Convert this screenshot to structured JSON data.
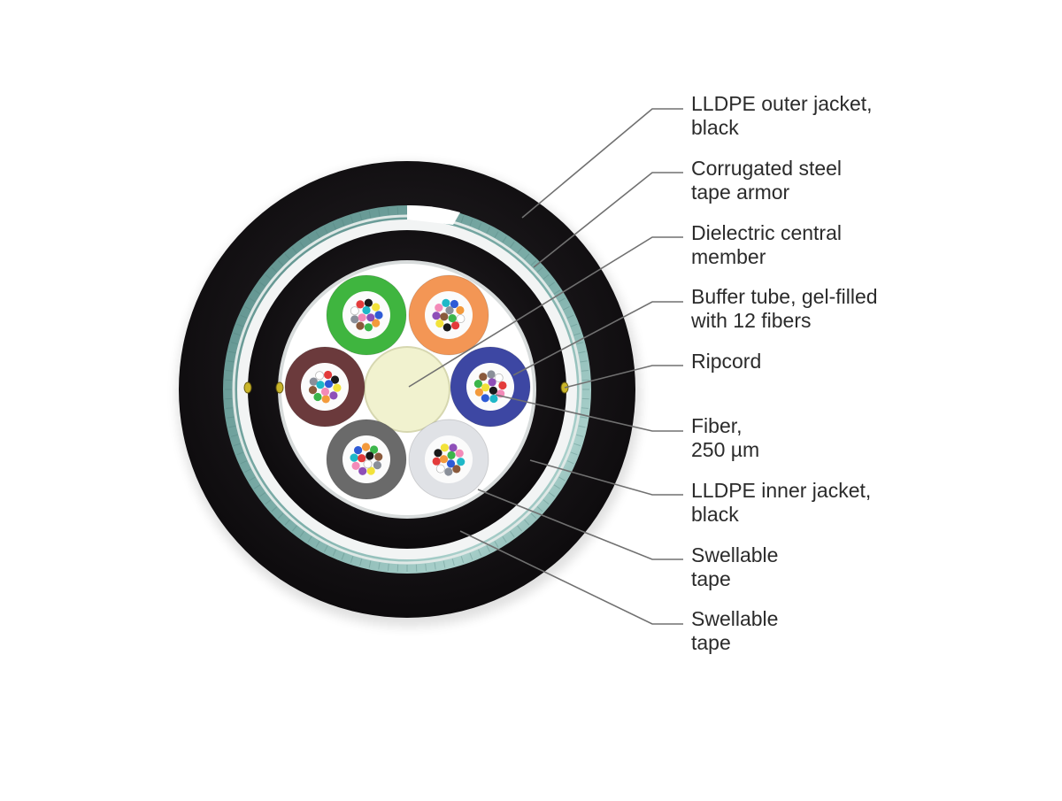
{
  "labels": [
    {
      "id": "outer-jacket",
      "line1": "LLDPE outer jacket,",
      "line2": "black"
    },
    {
      "id": "steel-armor",
      "line1": "Corrugated steel",
      "line2": "tape armor"
    },
    {
      "id": "central-member",
      "line1": "Dielectric central",
      "line2": "member"
    },
    {
      "id": "buffer-tube",
      "line1": "Buffer tube, gel-filled",
      "line2": "with 12 fibers"
    },
    {
      "id": "ripcord",
      "line1": "Ripcord",
      "line2": ""
    },
    {
      "id": "fiber",
      "line1": "Fiber,",
      "line2": "250 µm"
    },
    {
      "id": "inner-jacket",
      "line1": "LLDPE inner jacket,",
      "line2": "black"
    },
    {
      "id": "swellable-tape-1",
      "line1": "Swellable",
      "line2": "tape"
    },
    {
      "id": "swellable-tape-2",
      "line1": "Swellable",
      "line2": "tape"
    }
  ],
  "colors": {
    "outer_jacket": "#141114",
    "armor": "#6f9e9a",
    "inner_jacket": "#141114",
    "core_fill": "#ffffff",
    "central_member": "#f1f2cf",
    "leader_line": "#707070",
    "ripcord": "#c9b52a",
    "buffer_tubes": [
      "#3fb53f",
      "#f39655",
      "#3d47a3",
      "#e0e2e6",
      "#6a6a6a",
      "#6b3a3c"
    ],
    "fiber_colors": [
      "#2e5bd6",
      "#f39a3c",
      "#3bb54a",
      "#8a5a3c",
      "#8a8f99",
      "#ffffff",
      "#e33b3b",
      "#1a1a1a",
      "#f2e23a",
      "#8e4fb8",
      "#f38ab8",
      "#1fb8c8"
    ]
  }
}
